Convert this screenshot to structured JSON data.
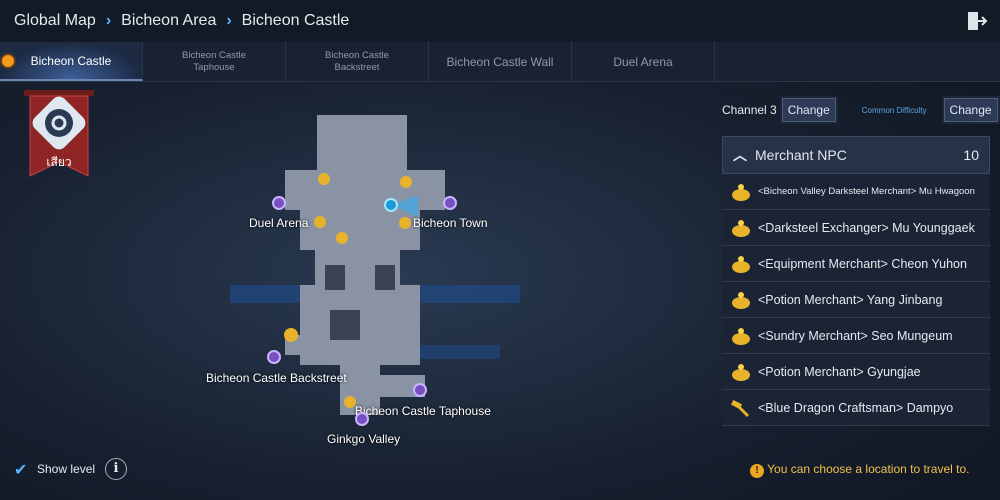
{
  "breadcrumb": [
    "Global Map",
    "Bicheon Area",
    "Bicheon Castle"
  ],
  "tabs": [
    "Bicheon Castle",
    "Bicheon Castle Taphouse",
    "Bicheon Castle Backstreet",
    "Bicheon Castle Wall",
    "Duel Arena"
  ],
  "emblem_text": "เสียว",
  "map_labels": {
    "duel_arena": "Duel Arena",
    "bicheon_town": "Bicheon Town",
    "backstreet": "Bicheon Castle Backstreet",
    "taphouse": "Bicheon Castle Taphouse",
    "ginkgo": "Ginkgo Valley"
  },
  "channel": {
    "label": "Channel 3",
    "change": "Change",
    "difficulty": "Common Difficulty",
    "difficulty_change": "Change"
  },
  "npc_list": {
    "title": "Merchant NPC",
    "count": "10",
    "items": [
      "<Bicheon Valley Darksteel Merchant> Mu Hwagoon",
      "<Darksteel Exchanger> Mu Younggaek",
      "<Equipment Merchant> Cheon Yuhon",
      "<Potion Merchant> Yang Jinbang",
      "<Sundry Merchant> Seo Mungeum",
      "<Potion Merchant> Gyungjae",
      "<Blue Dragon Craftsman> Dampyo"
    ]
  },
  "show_level": "Show level",
  "footer": "You can choose a location to travel to."
}
